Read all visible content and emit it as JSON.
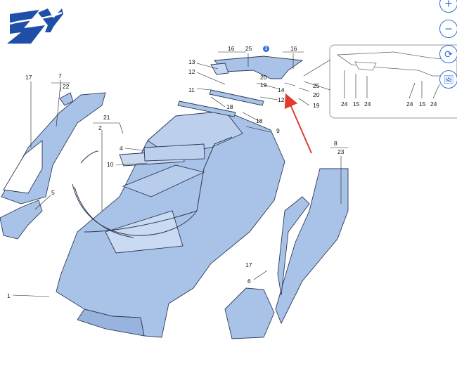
{
  "logo": {
    "text": "ZY",
    "color": "#1f4fa8"
  },
  "controls": {
    "zoom_in": "+",
    "zoom_out": "−",
    "reset": "⟳",
    "image": "🖼"
  },
  "accent_colors": {
    "part_fill": "#a9c3e8",
    "part_stroke": "#2b3a55",
    "arrow": "#e23b2e",
    "ui_blue": "#2f6fd6"
  },
  "labels": {
    "n1": "1",
    "n2": "2",
    "n3": "3",
    "n4": "4",
    "n5": "5",
    "n6": "6",
    "n7": "7",
    "n8": "8",
    "n9": "9",
    "n10": "10",
    "n11": "11",
    "n12a": "12",
    "n12b": "12",
    "n13": "13",
    "n14": "14",
    "n15a": "15",
    "n15b": "15",
    "n16a": "16",
    "n16b": "16",
    "n17a": "17",
    "n17b": "17",
    "n18a": "18",
    "n18b": "18",
    "n19a": "19",
    "n19b": "19",
    "n20a": "20",
    "n20b": "20",
    "n21": "21",
    "n22": "22",
    "n23": "23",
    "n24a": "24",
    "n24b": "24",
    "n24c": "24",
    "n24d": "24",
    "n25a": "25",
    "n25b": "25"
  }
}
